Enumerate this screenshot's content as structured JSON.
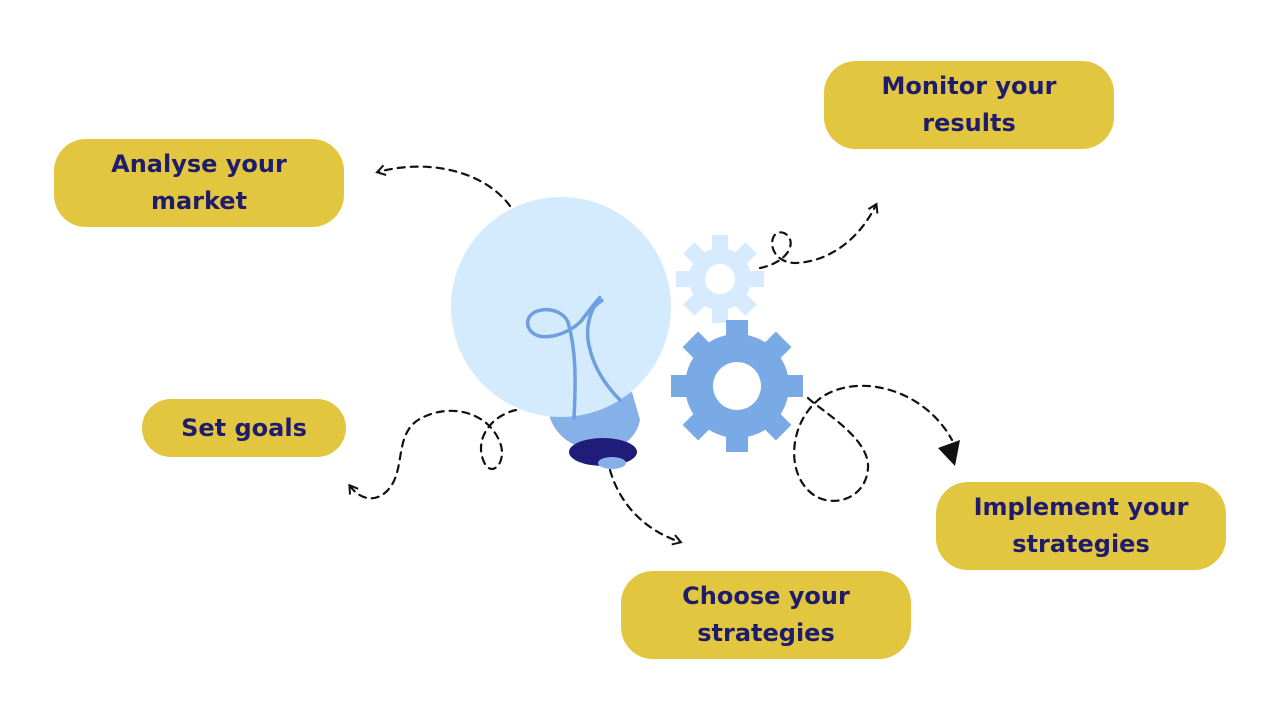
{
  "steps": {
    "analyse": {
      "label": "Analyse your market"
    },
    "monitor": {
      "label": "Monitor your results"
    },
    "set_goals": {
      "label": "Set goals"
    },
    "implement": {
      "label": "Implement your strategies"
    },
    "choose": {
      "label": "Choose your strategies"
    }
  },
  "colors": {
    "pill": "#e2c63f",
    "text": "#1f1c6b",
    "bulb": "#d4ebfd",
    "bulb_filament": "#6e9fe0",
    "bulb_base": "#86b0e8",
    "bulb_tip": "#1f1c7a",
    "gear_light": "#d6ebfd",
    "gear_dark": "#7aaae6",
    "arrow": "#111111"
  },
  "icons": [
    "lightbulb-icon",
    "gear-icon"
  ]
}
